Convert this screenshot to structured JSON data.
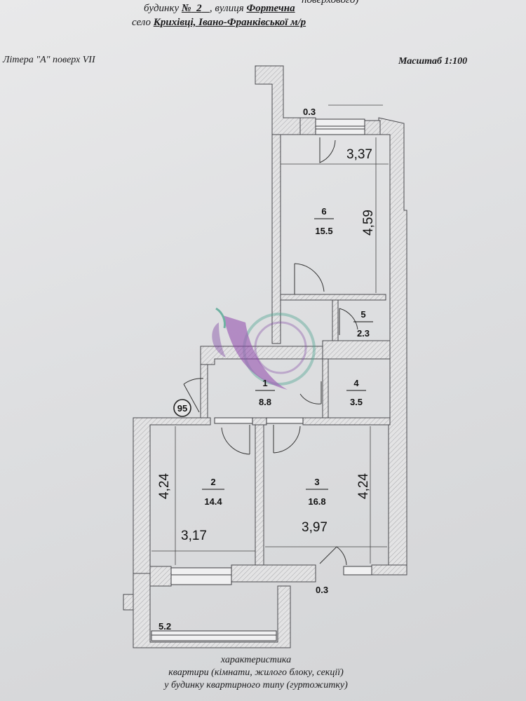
{
  "header": {
    "top_fragment": "поверхового)",
    "house_prefix": "будинку",
    "house_no_label": "№",
    "house_no": "2",
    "street_prefix": ", вулиця",
    "street": "Фортечна",
    "village_prefix": "село",
    "village": "Крихівці, Івано-Франківської м/р"
  },
  "litera": "Літера \"А\" поверх VII",
  "scale": "Масштаб 1:100",
  "rooms": [
    {
      "no": "6",
      "area": "15.5"
    },
    {
      "no": "5",
      "area": "2.3"
    },
    {
      "no": "1",
      "area": "8.8"
    },
    {
      "no": "4",
      "area": "3.5"
    },
    {
      "no": "2",
      "area": "14.4"
    },
    {
      "no": "3",
      "area": "16.8"
    }
  ],
  "dimensions": {
    "top_wall": "0.3",
    "room6_width": "3,37",
    "room6_length": "4,59",
    "room2_length": "4,24",
    "room2_width": "3,17",
    "room3_length": "4,24",
    "room3_width": "3,97",
    "bottom_wall": "0.3",
    "balcony": "5.2"
  },
  "marker": "95",
  "footer": [
    "характеристика",
    "квартири (кімнати, жилого блоку, секції)",
    "у будинку квартирного типу (гуртожитку)"
  ]
}
